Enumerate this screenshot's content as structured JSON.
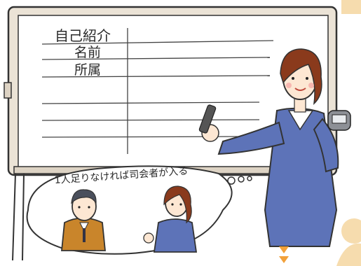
{
  "whiteboard": {
    "rows": [
      "自己紹介",
      "名前",
      "所属"
    ]
  },
  "thought_bubble": {
    "text": "1人足りなければ司会者が入る"
  },
  "colors": {
    "board_frame": "#e8dfd2",
    "board_surface": "#ffffff",
    "suit": "#5d73b8",
    "hair": "#8a3a1c",
    "man_suit": "#c9852b",
    "accent_orange": "#f2a13a",
    "skin": "#fde7d3"
  },
  "icons": [
    "marker-icon",
    "stopwatch-icon",
    "thought-bubble-icon",
    "arrow-down-icon"
  ]
}
